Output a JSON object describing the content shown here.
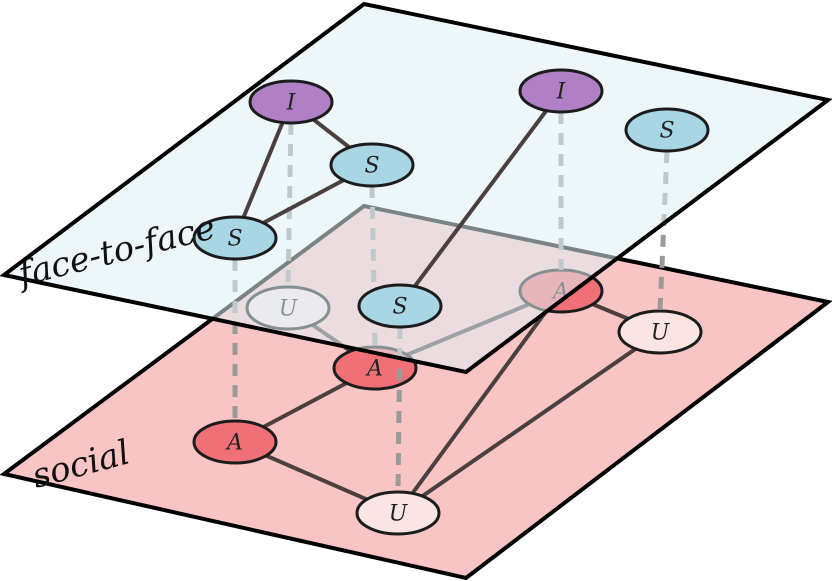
{
  "layers": {
    "top": {
      "label": "face-to-face",
      "fill": "#dff0f6"
    },
    "bottom": {
      "label": "social",
      "fill": "#f9c4c4"
    }
  },
  "colors": {
    "infected": "#b07fc6",
    "susceptible": "#a9d6e4",
    "aware": "#f07077",
    "unaware": "#fbe4e4",
    "edge": "#4a4040",
    "interlayer": "#9a9a9a",
    "plane_border": "#000000"
  },
  "nodes": {
    "top": [
      {
        "id": "t1",
        "state": "I"
      },
      {
        "id": "t2",
        "state": "S"
      },
      {
        "id": "t3",
        "state": "S"
      },
      {
        "id": "t4",
        "state": "I"
      },
      {
        "id": "t5",
        "state": "S"
      },
      {
        "id": "t6",
        "state": "S"
      }
    ],
    "bottom": [
      {
        "id": "b1",
        "state": "U"
      },
      {
        "id": "b2",
        "state": "A"
      },
      {
        "id": "b3",
        "state": "A"
      },
      {
        "id": "b4",
        "state": "U"
      },
      {
        "id": "b5",
        "state": "A"
      },
      {
        "id": "b6",
        "state": "U"
      }
    ]
  },
  "edges": {
    "top": [
      [
        "t1",
        "t2"
      ],
      [
        "t1",
        "t3"
      ],
      [
        "t2",
        "t3"
      ],
      [
        "t4",
        "t5"
      ]
    ],
    "bottom": [
      [
        "b1",
        "b2"
      ],
      [
        "b2",
        "b5"
      ],
      [
        "b2",
        "b3"
      ],
      [
        "b3",
        "b6"
      ],
      [
        "b6",
        "b4"
      ],
      [
        "b5",
        "b6"
      ],
      [
        "b5",
        "b4"
      ]
    ]
  },
  "interlayer": [
    [
      "t3",
      "b3"
    ],
    [
      "t1",
      "b1"
    ],
    [
      "t2",
      "b2"
    ],
    [
      "t5",
      "b6"
    ],
    [
      "t4",
      "b5"
    ],
    [
      "t6",
      "b4"
    ]
  ]
}
